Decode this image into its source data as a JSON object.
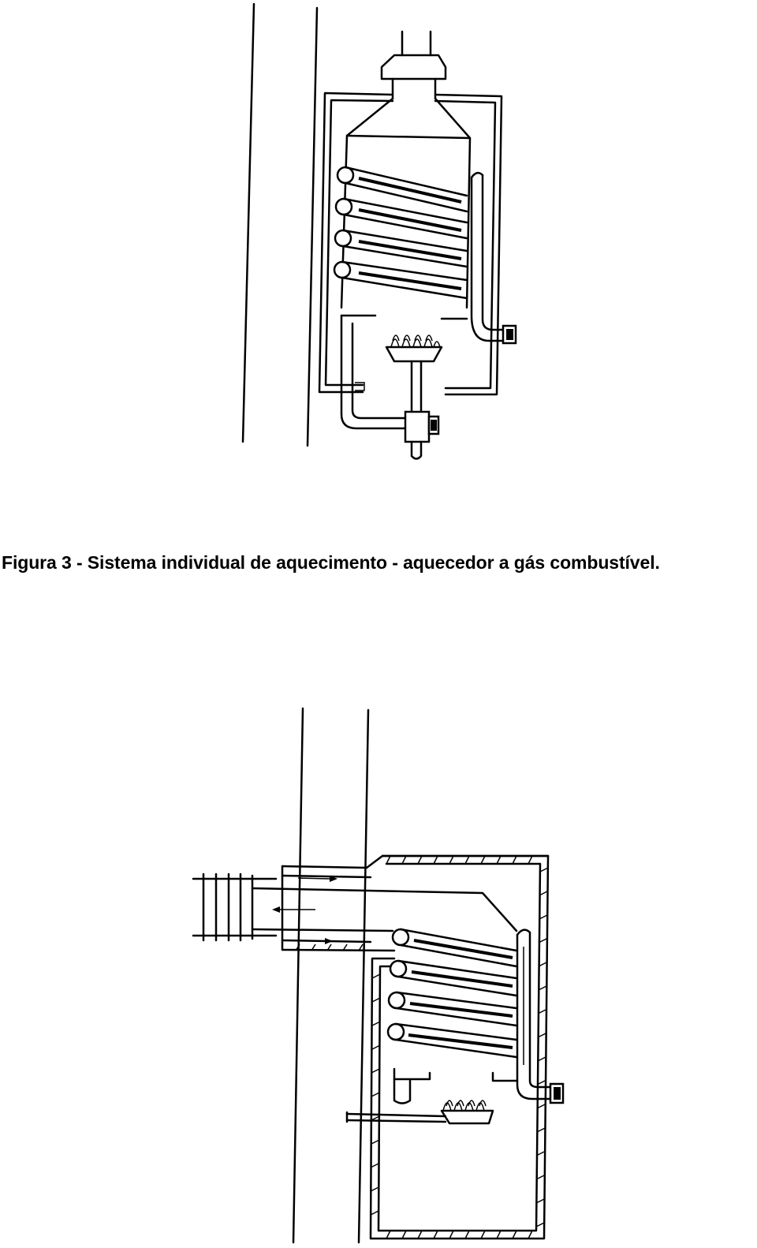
{
  "caption": "Figura 3 - Sistema individual de aquecimento - aquecedor a gás combustível.",
  "figures": [
    {
      "name": "heater-wall-mounted-diagram",
      "description_visible": false
    },
    {
      "name": "heater-balanced-flue-diagram",
      "description_visible": false
    }
  ],
  "colors": {
    "line": "#000000",
    "background": "#ffffff"
  }
}
